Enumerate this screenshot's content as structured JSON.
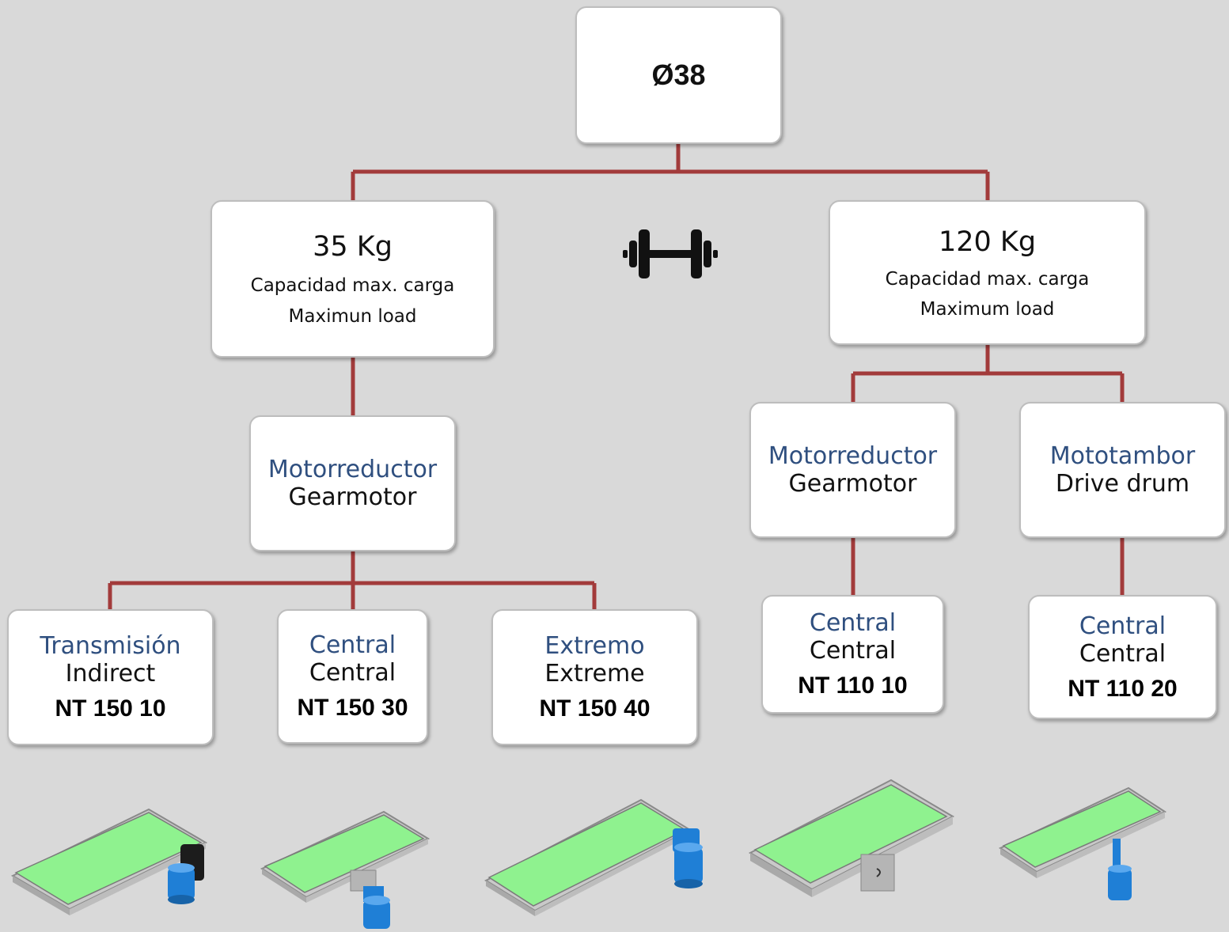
{
  "colors": {
    "background": "#d9d9d9",
    "connector": "#a23b3b",
    "box_fill": "#ffffff",
    "spanish_text": "#2f4f7f",
    "belt_surface": "#8ff28f",
    "motor_blue": "#1f7fd6"
  },
  "icons": {
    "load_icon": "dumbbell-icon"
  },
  "root": {
    "title": "Ø38"
  },
  "load_35": {
    "weight": "35 Kg",
    "label_es": "Capacidad max. carga",
    "label_en": "Maximun load"
  },
  "load_120": {
    "weight": "120 Kg",
    "label_es": "Capacidad max. carga",
    "label_en": "Maximum load"
  },
  "drive_left": {
    "label_es": "Motorreductor",
    "label_en": "Gearmotor"
  },
  "drive_mid": {
    "label_es": "Motorreductor",
    "label_en": "Gearmotor"
  },
  "drive_right": {
    "label_es": "Mototambor",
    "label_en": "Drive drum"
  },
  "models": [
    {
      "label_es": "Transmisión",
      "label_en": "Indirect",
      "code": "NT 150 10"
    },
    {
      "label_es": "Central",
      "label_en": "Central",
      "code": "NT 150 30"
    },
    {
      "label_es": "Extremo",
      "label_en": "Extreme",
      "code": "NT 150 40"
    },
    {
      "label_es": "Central",
      "label_en": "Central",
      "code": "NT 110 10"
    },
    {
      "label_es": "Central",
      "label_en": "Central",
      "code": "NT 110 20"
    }
  ]
}
